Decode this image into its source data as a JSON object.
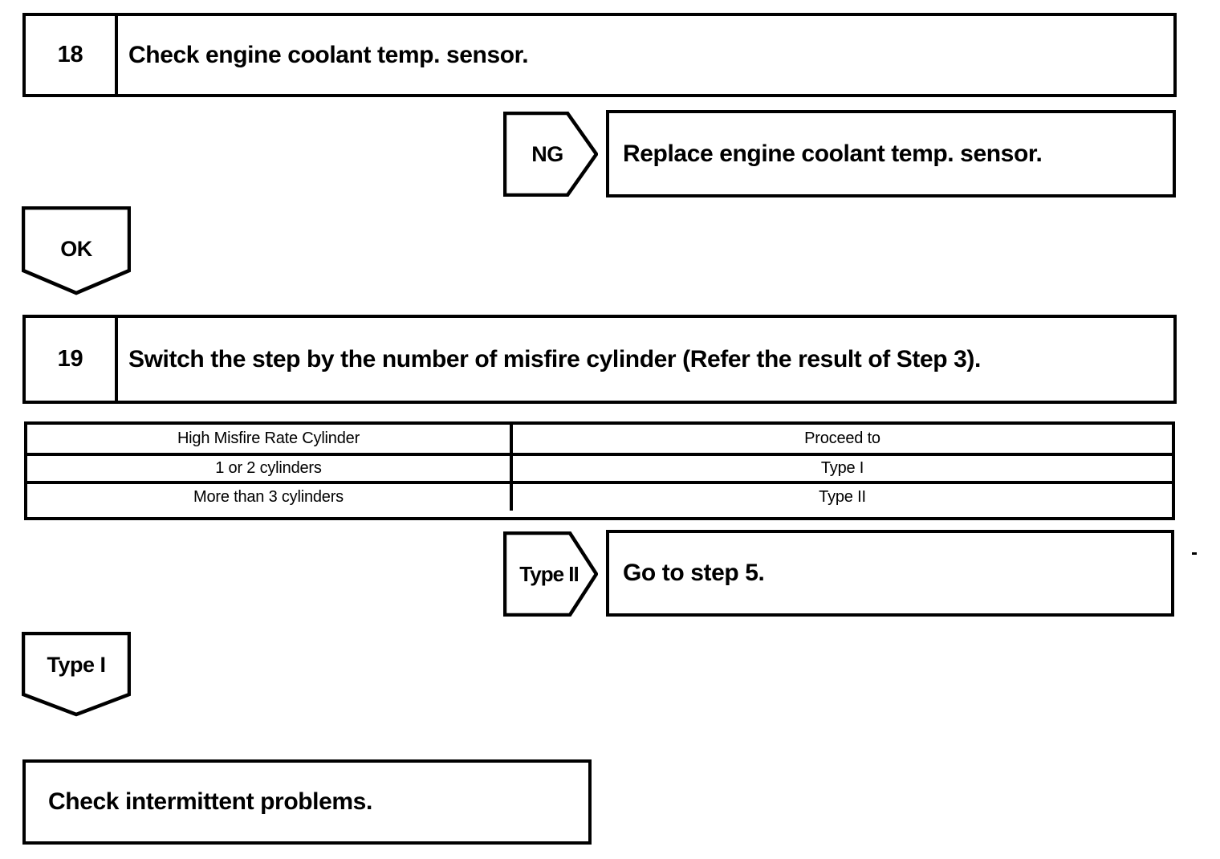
{
  "page": {
    "paper_color": "#ffffff",
    "ink_color": "#000000"
  },
  "flowchart": {
    "steps": [
      {
        "number": "18",
        "instruction": "Check engine coolant temp. sensor."
      },
      {
        "number": "19",
        "instruction": "Switch the step by the number of misfire cylinder (Refer the result of Step 3)."
      }
    ],
    "branches": [
      {
        "label": "NG",
        "action": "Replace engine coolant temp. sensor."
      },
      {
        "label": "Type II",
        "action": "Go to step 5."
      }
    ],
    "connectors": [
      {
        "label": "OK"
      },
      {
        "label": "Type I"
      }
    ],
    "decision_table": {
      "headers": [
        "High Misfire Rate Cylinder",
        "Proceed to"
      ],
      "rows": [
        [
          "1 or 2 cylinders",
          "Type I"
        ],
        [
          "More than 3 cylinders",
          "Type II"
        ]
      ]
    },
    "terminal": {
      "text": "Check intermittent problems."
    }
  }
}
